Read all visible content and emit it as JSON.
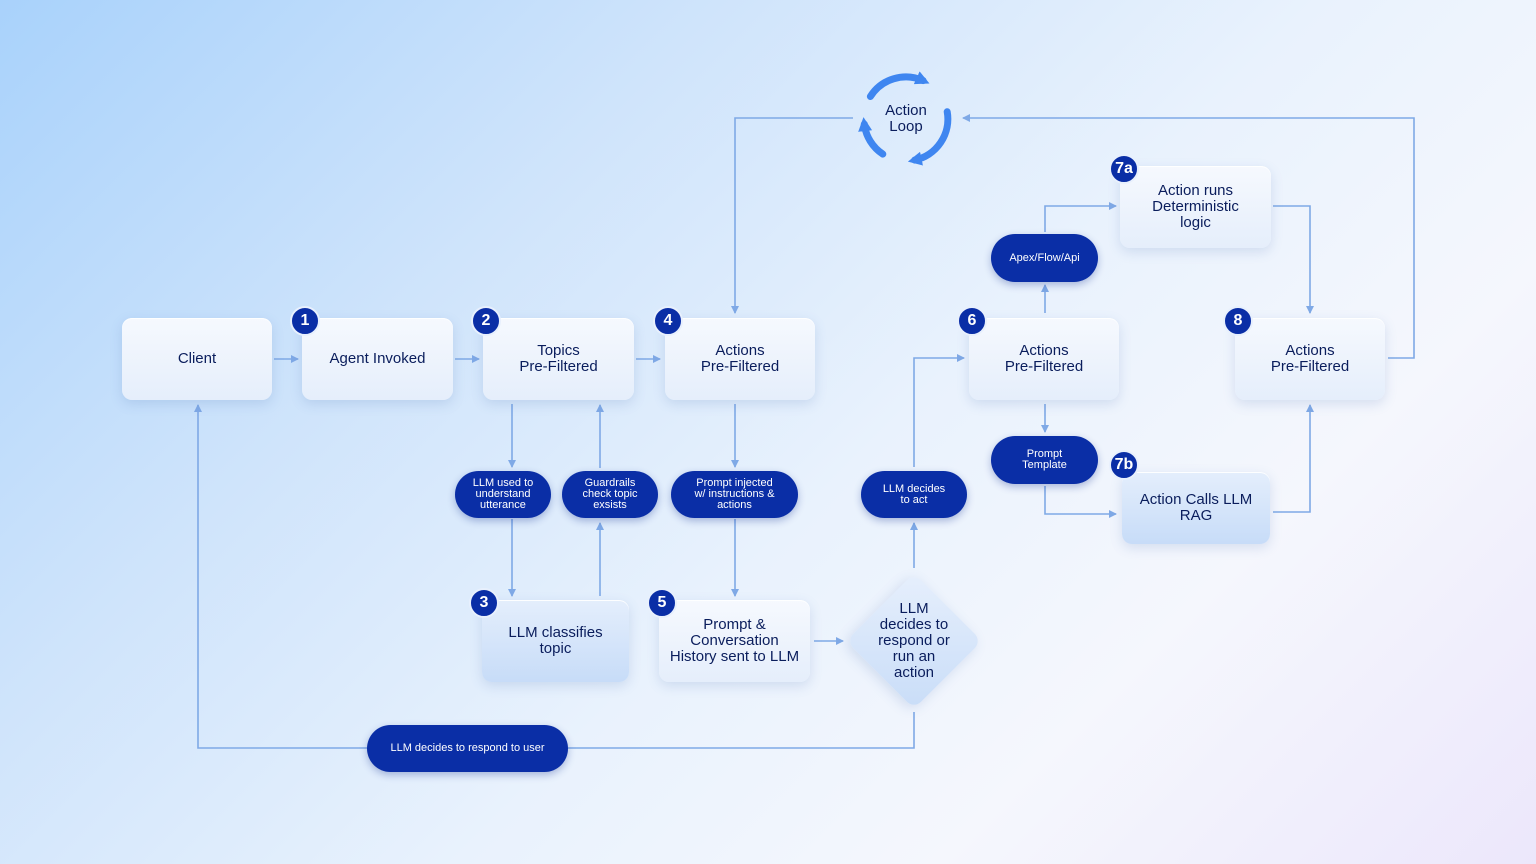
{
  "nodes": {
    "client": "Client",
    "agent_invoked": "Agent Invoked",
    "topics_prefiltered": "Topics\nPre-Filtered",
    "actions_prefiltered_4": "Actions\nPre-Filtered",
    "actions_prefiltered_6": "Actions\nPre-Filtered",
    "actions_prefiltered_8": "Actions\nPre-Filtered",
    "llm_classifies_topic": "LLM classifies\ntopic",
    "prompt_history": "Prompt &\nConversation\nHistory sent to LLM",
    "llm_decides": "LLM\ndecides to\nrespond or\nrun an\naction",
    "action_deterministic": "Action runs\nDeterministic\nlogic",
    "action_calls_llm": "Action Calls LLM\nRAG",
    "action_loop": "Action\nLoop"
  },
  "pills": {
    "llm_used": "LLM used to\nunderstand\nutterance",
    "guardrails": "Guardrails\ncheck topic\nexsists",
    "prompt_injected": "Prompt injected\nw/ instructions &\nactions",
    "llm_decides_act": "LLM decides\nto act",
    "apex_flow_api": "Apex/Flow/Api",
    "prompt_template": "Prompt\nTemplate",
    "llm_respond_user": "LLM decides to respond to user"
  },
  "badges": {
    "b1": "1",
    "b2": "2",
    "b3": "3",
    "b4": "4",
    "b5": "5",
    "b6": "6",
    "b7a": "7a",
    "b7b": "7b",
    "b8": "8"
  },
  "colors": {
    "pill": "#0a2ea6",
    "connector": "#7fa9e6",
    "loop": "#3f86f0",
    "text": "#0a1d5c"
  },
  "icons": {
    "loop": "circular-arrows-icon"
  }
}
